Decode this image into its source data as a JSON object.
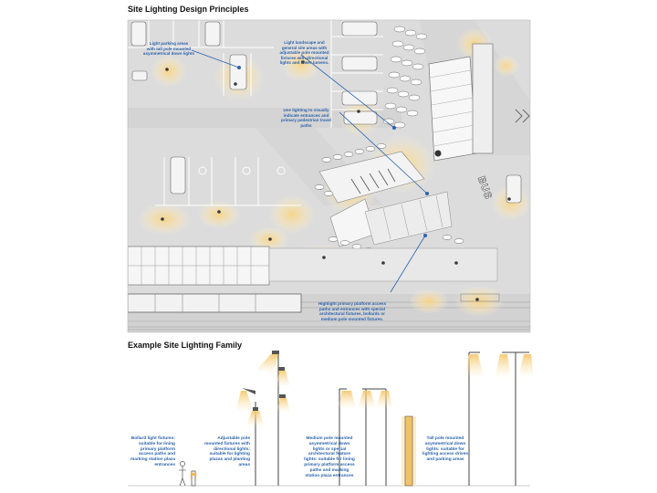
{
  "titles": {
    "plan": "Site Lighting Design Principles",
    "family": "Example Site Lighting Family"
  },
  "plan_notes": {
    "parking": "Light parking areas\nwith tall pole mounted\nasymmetrical down lights",
    "landscape": "Light landscape and\ngeneral site areas with\nadjustable pole mounted\nfixtures with directional\nlights and lower lumens.",
    "entrances": "Use lighting to visually\nindicate entrances and\nprimary pedestrian travel\npaths",
    "platform": "Highlight primary platform access\npaths and entrances with special\narchitectural fixtures, bollards or\nmedium pole mounted fixtures."
  },
  "plan_markings": {
    "bus": "BUS"
  },
  "family_notes": {
    "bollard": "Bollard light fixtures:\nsuitable for lining\nprimary platform\naccess paths and\nmarking station plaza\nentrances",
    "adjustable": "Adjustable pole\nmounted fixtures with\ndirectional lights:\nsuitable for lighting\nplazas and planting\nareas",
    "medium": "Medium pole mounted\nasymmetrical down\nlights or special\narchitectural feature\nlights: suitable for lining\nprimary platform access\npaths and marking\nstation plaza entrances",
    "tall": "Tall pole mounted\nasymmetrical down\nlights: suitable for\nlighting access drives\nand parking areas"
  },
  "colors": {
    "annotation_blue": "#2b63ad",
    "glow": "#f7d486",
    "plan_background": "#dedede"
  }
}
